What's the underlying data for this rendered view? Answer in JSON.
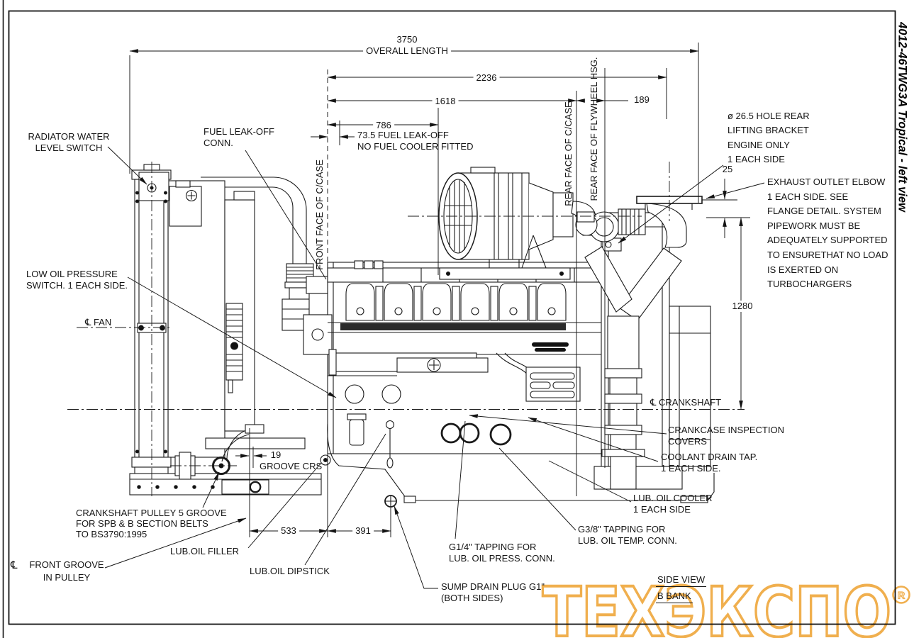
{
  "title": "4012-46TWG3A Tropical - left view",
  "dims": {
    "overall": "3750",
    "overall_label": "OVERALL LENGTH",
    "d2236": "2236",
    "d1618": "1618",
    "d189": "189",
    "d786": "786",
    "d25": "25",
    "d1280": "1280",
    "d533": "533",
    "d391": "391",
    "d19": "19",
    "groove_crs": "GROOVE CRS"
  },
  "labels": {
    "radiator_switch": "RADIATOR WATER\nLEVEL SWITCH",
    "fuel_leakoff": "FUEL LEAK-OFF\nCONN.",
    "low_oil": "LOW OIL PRESSURE\nSWITCH. 1 EACH SIDE.",
    "fan": "℄ FAN",
    "front_face": "FRONT FACE OF C/CASE",
    "rear_face_ccase": "REAR FACE OF C/CASE",
    "rear_face_flywheel": "REAR FACE OF FLYWHEEL HSG.",
    "fuel_cooler_note": "73.5 FUEL LEAK-OFF\nNO FUEL COOLER FITTED",
    "lifting_note": "ø 26.5 HOLE REAR\nLIFTING BRACKET\nENGINE ONLY\n1 EACH SIDE",
    "exhaust_note": "EXHAUST OUTLET ELBOW\n1 EACH SIDE. SEE\nFLANGE DETAIL. SYSTEM\nPIPEWORK MUST BE\nADEQUATELY SUPPORTED\nTO ENSURETHAT NO LOAD\nIS EXERTED ON\nTURBOCHARGERS",
    "crankshaft_cl": "℄ CRANKSHAFT",
    "crankcase_covers": "CRANKCASE INSPECTION\nCOVERS",
    "coolant_drain": "COOLANT DRAIN TAP.\n1 EACH SIDE.",
    "oil_cooler": "LUB. OIL COOLER\n1 EACH SIDE",
    "g38": "G3/8\" TAPPING FOR\nLUB. OIL TEMP. CONN.",
    "g14": "G1/4\" TAPPING FOR\nLUB. OIL PRESS. CONN.",
    "sump_drain": "SUMP DRAIN PLUG G1\"\n(BOTH SIDES)",
    "pulley_note": "CRANKSHAFT PULLEY 5 GROOVE\nFOR SPB & B SECTION BELTS\nTO BS3790:1995",
    "front_groove_cl": "℄",
    "front_groove": "FRONT GROOVE\nIN PULLEY",
    "oil_filler": "LUB.OIL FILLER",
    "oil_dipstick": "LUB.OIL DIPSTICK",
    "side_view": "SIDE VIEW",
    "bank": "B BANK"
  },
  "watermark": {
    "text": "ТЕХЭКСПО",
    "reg": "R",
    "color": "#F0AF4E"
  }
}
